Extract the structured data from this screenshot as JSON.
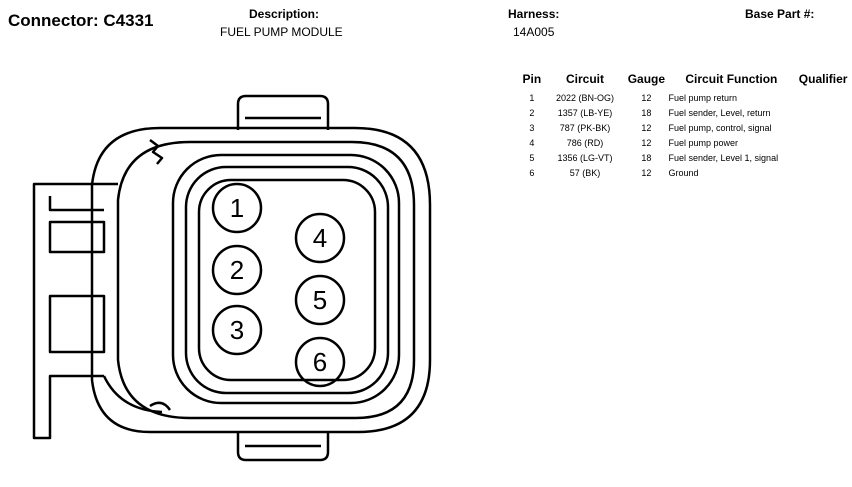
{
  "header": {
    "connector": "Connector: C4331",
    "description_label": "Description:",
    "description_value": "FUEL PUMP MODULE",
    "harness_label": "Harness:",
    "harness_value": "14A005",
    "base_part_label": "Base Part #:"
  },
  "table": {
    "headers": [
      "Pin",
      "Circuit",
      "Gauge",
      "Circuit Function",
      "Qualifier"
    ],
    "rows": [
      {
        "pin": "1",
        "circuit": "2022 (BN-OG)",
        "gauge": "12",
        "function": "Fuel pump return",
        "qualifier": ""
      },
      {
        "pin": "2",
        "circuit": "1357 (LB-YE)",
        "gauge": "18",
        "function": "Fuel sender, Level, return",
        "qualifier": ""
      },
      {
        "pin": "3",
        "circuit": "787 (PK-BK)",
        "gauge": "12",
        "function": "Fuel pump, control, signal",
        "qualifier": ""
      },
      {
        "pin": "4",
        "circuit": "786 (RD)",
        "gauge": "12",
        "function": "Fuel pump power",
        "qualifier": ""
      },
      {
        "pin": "5",
        "circuit": "1356 (LG-VT)",
        "gauge": "18",
        "function": "Fuel sender, Level 1, signal",
        "qualifier": ""
      },
      {
        "pin": "6",
        "circuit": "57 (BK)",
        "gauge": "12",
        "function": "Ground",
        "qualifier": ""
      }
    ]
  },
  "connector_pins": [
    "1",
    "2",
    "3",
    "4",
    "5",
    "6"
  ]
}
